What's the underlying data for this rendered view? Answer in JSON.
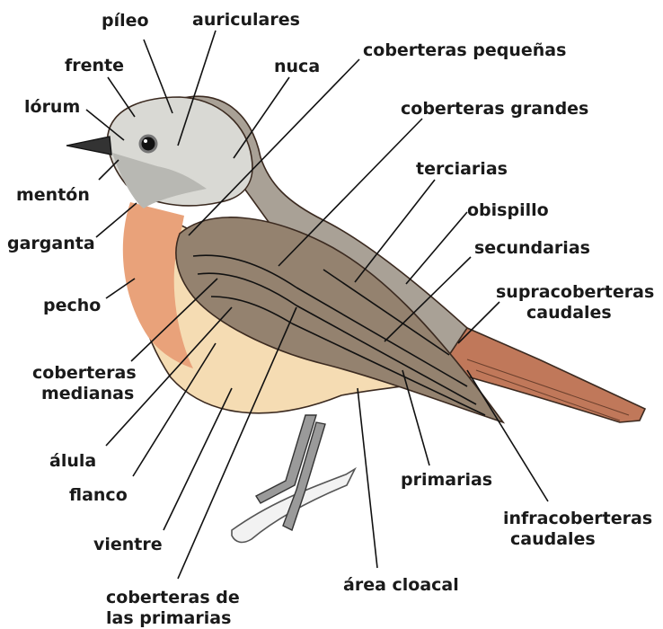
{
  "labels": {
    "pileo": "píleo",
    "auriculares": "auriculares",
    "frente": "frente",
    "nuca": "nuca",
    "coberteras_pequenas": "coberteras pequeñas",
    "lorum": "lórum",
    "coberteras_grandes": "coberteras grandes",
    "terciarias": "terciarias",
    "menton": "mentón",
    "obispillo": "obispillo",
    "garganta": "garganta",
    "secundarias": "secundarias",
    "supracoberteras_1": "supracoberteras",
    "supracoberteras_2": "caudales",
    "pecho": "pecho",
    "coberteras_medianas_1": "coberteras",
    "coberteras_medianas_2": "medianas",
    "alula": "álula",
    "primarias": "primarias",
    "flanco": "flanco",
    "infracoberteras_1": "infracoberteras",
    "infracoberteras_2": "caudales",
    "vientre": "vientre",
    "area_cloacal": "área cloacal",
    "coberteras_primarias_1": "coberteras de",
    "coberteras_primarias_2": "las primarias"
  },
  "colors": {
    "head": "#d9d9d4",
    "back": "#a9a196",
    "breast": "#e9a27a",
    "belly": "#f5dcb3",
    "tail": "#c0785a",
    "wing_dark": "#7e6a5a",
    "legs": "#9a9a9a"
  }
}
